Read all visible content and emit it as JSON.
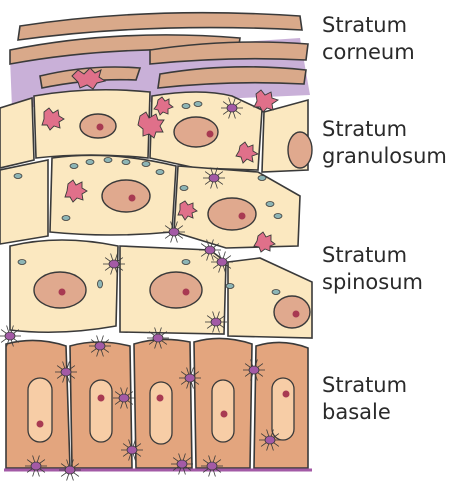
{
  "layers": [
    {
      "id": "corneum",
      "line1": "Stratum",
      "line2": "corneum"
    },
    {
      "id": "granulosum",
      "line1": "Stratum",
      "line2": "granulosum"
    },
    {
      "id": "spinosum",
      "line1": "Stratum",
      "line2": "spinosum"
    },
    {
      "id": "basale",
      "line1": "Stratum",
      "line2": "basale"
    }
  ],
  "colors": {
    "outline": "#3a3a3a",
    "corneum_fill": "#d9a98a",
    "corneum_lipid": "#c9b0d8",
    "cell_fill": "#fbe8c0",
    "nucleus": "#e0a98e",
    "nucleolus": "#a83a52",
    "keratohyalin": "#e0708a",
    "lamellar_granule": "#8db5b5",
    "desmosome": "#a35aa6",
    "basal_cell": "#e3a57e",
    "basal_nucleus": "#f7cda6"
  }
}
